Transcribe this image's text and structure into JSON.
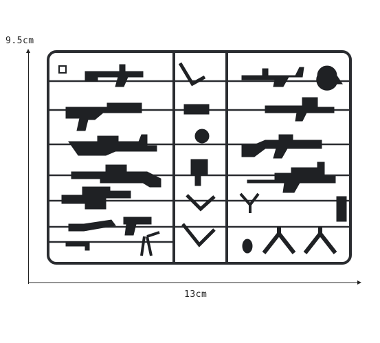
{
  "dimensions": {
    "height_label": "9.5cm",
    "width_label": "13cm"
  },
  "colors": {
    "plastic": "#1f2124",
    "plastic_highlight": "#3a3d42",
    "background": "#ffffff",
    "ruler": "#222222"
  },
  "parts": [
    "sight-part",
    "assault-rifle-1",
    "bipod-v-1",
    "sniper-rifle-1",
    "helmet-part",
    "light-machine-gun",
    "flat-magazine",
    "scoped-smg",
    "drum-part",
    "scoped-rifle-2",
    "scoped-rifle-3",
    "vest-part",
    "scoped-rifle-4",
    "heavy-sniper",
    "bipod-v-2",
    "bipod-small",
    "smg-2",
    "curved-stock",
    "combat-knife",
    "pistol",
    "bipod-v-3",
    "grenade",
    "bipod-large-1",
    "bipod-large-2",
    "tripod-stand",
    "small-stick"
  ]
}
